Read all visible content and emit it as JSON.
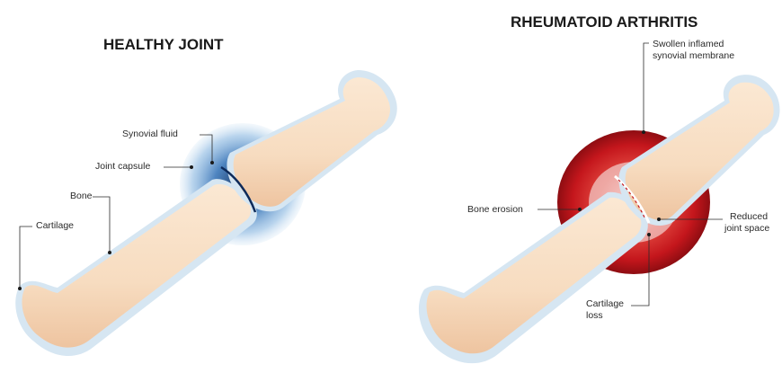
{
  "healthy": {
    "title": "HEALTHY JOINT",
    "labels": {
      "synovial_fluid": "Synovial fluid",
      "joint_capsule": "Joint capsule",
      "bone": "Bone",
      "cartilage": "Cartilage"
    }
  },
  "ra": {
    "title": "RHEUMATOID ARTHRITIS",
    "labels": {
      "swollen_line1": "Swollen inflamed",
      "swollen_line2": "synovial membrane",
      "bone_erosion": "Bone erosion",
      "reduced_line1": "Reduced",
      "reduced_line2": "joint space",
      "cartilage_line1": "Cartilage",
      "cartilage_line2": "loss"
    }
  },
  "colors": {
    "bone_fill": "#f7dcc0",
    "bone_outline": "#d6e6f2",
    "capsule_healthy": "#2f6fb5",
    "capsule_ra": "#c4161c"
  }
}
